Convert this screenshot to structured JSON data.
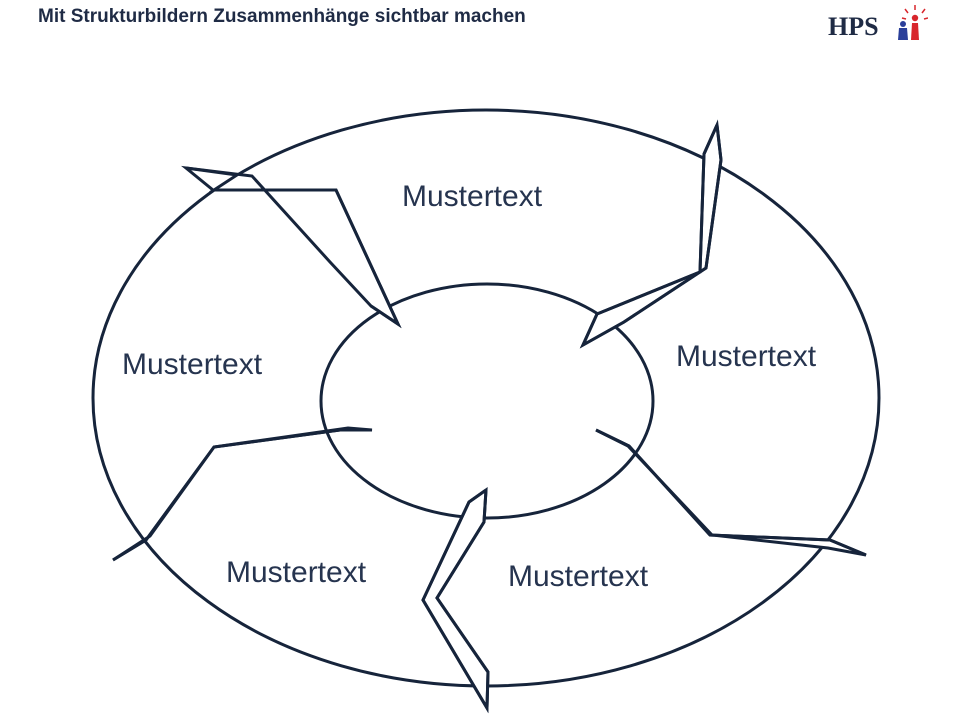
{
  "header": {
    "title": "Mit Strukturbildern Zusammenhänge sichtbar machen",
    "logo_text": "HPS"
  },
  "diagram": {
    "labels": {
      "top": "Mustertext",
      "right": "Mustertext",
      "bottom_right": "Mustertext",
      "bottom_left": "Mustertext",
      "left": "Mustertext"
    }
  },
  "colors": {
    "stroke": "#16243b",
    "text": "#26344f",
    "logo_blue": "#2a3f9a",
    "logo_red": "#d8262c"
  }
}
